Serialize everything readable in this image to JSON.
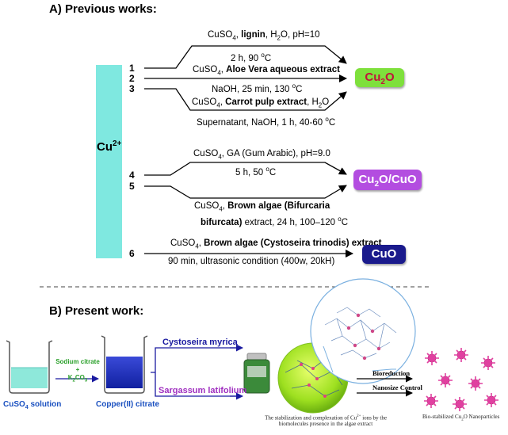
{
  "section_a": {
    "title": "A) Previous works:",
    "cu_ion": "Cu",
    "cu_ion_sup": "2+",
    "routes": [
      {
        "num": "1",
        "top_a": "CuSO",
        "top_sub": "4",
        "top_b": ", ",
        "top_bold": "lignin",
        "top_c": ", H",
        "top_sub2": "2",
        "top_d": "O, pH=10",
        "bottom": "2 h, 90 ",
        "bottom_sup": "o",
        "bottom_end": "C"
      },
      {
        "num": "2",
        "top_a": "CuSO",
        "top_sub": "4",
        "top_b": ", ",
        "top_bold": "Aloe Vera aqueous extract",
        "bottom": "NaOH, 25 min, 130 ",
        "bottom_sup": "o",
        "bottom_end": "C"
      },
      {
        "num": "3",
        "top_a": "CuSO",
        "top_sub": "4",
        "top_b": ", ",
        "top_bold": "Carrot pulp extract",
        "top_c": ", H",
        "top_sub2": "2",
        "top_d": "O",
        "bottom": "Supernatant, NaOH, 1 h, 40-60 ",
        "bottom_sup": "o",
        "bottom_end": "C"
      },
      {
        "num": "4",
        "top_a": "CuSO",
        "top_sub": "4",
        "top_b": ", GA (Gum Arabic), pH=9.0",
        "bottom": "5 h, 50 ",
        "bottom_sup": "o",
        "bottom_end": "C"
      },
      {
        "num": "5",
        "top_a": "CuSO",
        "top_sub": "4",
        "top_b": ", ",
        "top_bold": "Brown algae (Bifurcaria",
        "bottom_bold": "bifurcata)",
        "bottom": " extract, 24 h, 100–120 ",
        "bottom_sup": "o",
        "bottom_end": "C"
      },
      {
        "num": "6",
        "top_a": "CuSO",
        "top_sub": "4",
        "top_b": ", ",
        "top_bold": "Brown algae (Cystoseira trinodis) extract",
        "bottom": "90 min, ultrasonic condition (400w, 20kH)"
      }
    ],
    "products": [
      {
        "label_a": "Cu",
        "label_sub": "2",
        "label_b": "O",
        "color": "#7ee03c",
        "text_color": "#c0143c"
      },
      {
        "label_a": "Cu",
        "label_sub": "2",
        "label_b": "O/CuO",
        "color": "#b34de0",
        "text_color": "#ffffff"
      },
      {
        "label_a": "CuO",
        "color": "#1a1a8c",
        "text_color": "#ffffff"
      }
    ]
  },
  "section_b": {
    "title": "B) Present work:",
    "beaker1_label_a": "CuSO",
    "beaker1_label_sub": "4",
    "beaker1_label_b": " solution",
    "reagent_line1": "Sodium citrate",
    "reagent_plus": "+",
    "reagent_line2a": "K",
    "reagent_line2_sub1": "2",
    "reagent_line2b": "CO",
    "reagent_line2_sub2": "3",
    "beaker2_label": "Copper(II) citrate",
    "algae1": "Cystoseira myrica",
    "algae2": "Sargassum latifolium",
    "caption_line1": "The stabilization and complexation of Cu",
    "caption_sup": "2+",
    "caption_line1_end": " ions by the",
    "caption_line2": "biomolecules presence in the algae extract",
    "step1": "Bioreduction",
    "step2": "Nanosize Control",
    "np_label_a": "Bio-stabilized Cu",
    "np_label_sub": "2",
    "np_label_b": "O Nanoparticles",
    "colors": {
      "arrow_blue": "#1a1aa0",
      "algae1_color": "#1a1aa0",
      "algae2_color": "#a030c0",
      "reagent_color": "#2aa02a",
      "label_blue": "#1a50c0",
      "nanoparticle": "#e040a0",
      "bar": "#7fe8e0"
    }
  }
}
